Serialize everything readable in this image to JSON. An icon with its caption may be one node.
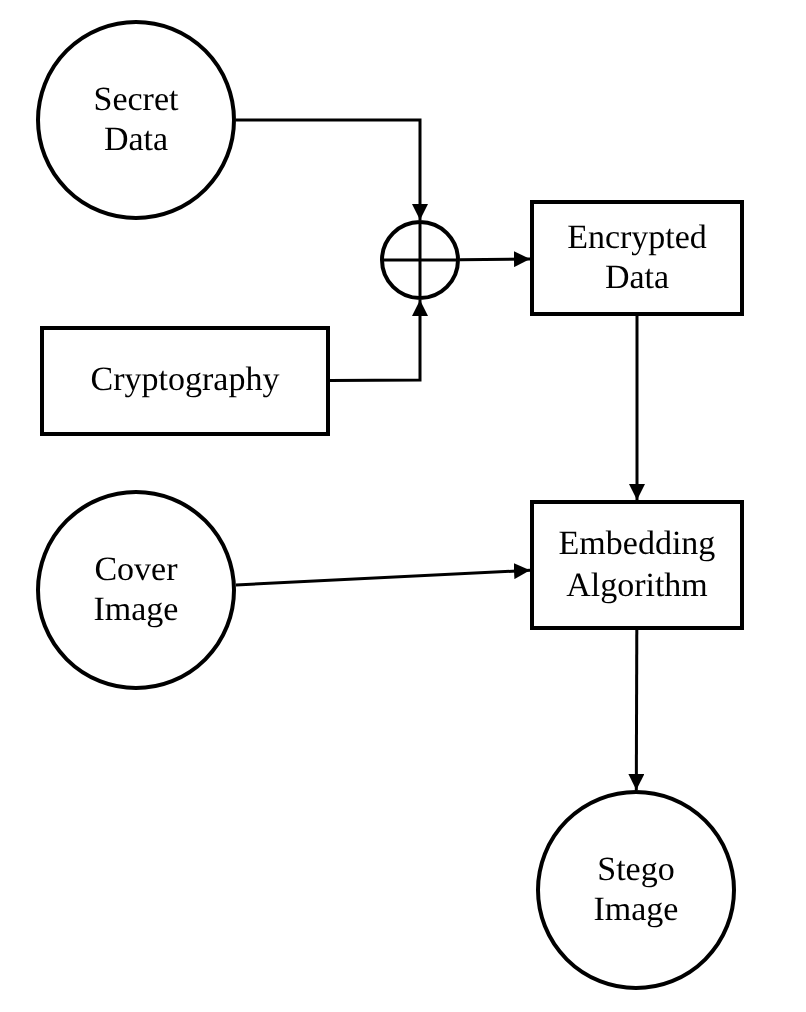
{
  "diagram": {
    "nodes": [
      {
        "text": [
          "Secret Data"
        ]
      },
      {
        "text": [],
        "shape": "circle"
      },
      {
        "text": [
          "Encrypted Data"
        ]
      },
      {
        "text": [
          "Cryptography"
        ]
      },
      {
        "text": [
          "Cover Image"
        ]
      },
      {
        "text": [
          "Embedding Algorithm"
        ]
      },
      {
        "text": [
          "Stego Image"
        ]
      }
    ],
    "edges": [
      {
        "from": 0,
        "to": 1,
        "arrow": "to"
      },
      {
        "from": 3,
        "to": 1,
        "arrow": "to"
      },
      {
        "from": 1,
        "to": 2,
        "arrow": "to"
      },
      {
        "from": 2,
        "to": 5,
        "arrow": "to"
      },
      {
        "from": 4,
        "to": 5,
        "arrow": "to"
      },
      {
        "from": 5,
        "to": 6,
        "arrow": "to"
      }
    ]
  }
}
